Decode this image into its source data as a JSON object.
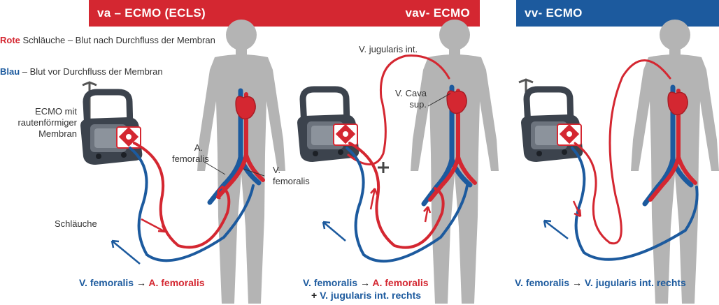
{
  "header": {
    "va_title": "va – ECMO (ECLS)",
    "vav_title": "vav- ECMO",
    "vv_title": "vv- ECMO"
  },
  "legend": {
    "red_keyword": "Rote",
    "red_text": " Schläuche – Blut nach Durchfluss der Membran",
    "blue_keyword": "Blau",
    "blue_text": " – Blut vor Durchfluss der Membran"
  },
  "labels": {
    "ecmo_device_line1": "ECMO mit",
    "ecmo_device_line2": "rautenförmiger",
    "ecmo_device_line3": "Membran",
    "a_femoralis_line1": "A.",
    "a_femoralis_line2": "femoralis",
    "v_femoralis_line1": "V.",
    "v_femoralis_line2": "femoralis",
    "schlauche": "Schläuche",
    "v_jugularis": "V. jugularis int.",
    "v_cava_line1": "V. Cava",
    "v_cava_line2": "sup."
  },
  "captions": {
    "va_from": "V. femoralis",
    "va_arrow": "→",
    "va_to": "A. femoralis",
    "vav_from": "V. femoralis",
    "vav_arrow": "→",
    "vav_to": "A. femoralis",
    "vav_plus": "+",
    "vav_extra": "V. jugularis int. rechts",
    "vv_from": "V. femoralis",
    "vv_arrow": "→",
    "vv_to": "V. jugularis int. rechts"
  },
  "colors": {
    "red": "#d42731",
    "blue": "#1c5a9e",
    "body_gray": "#b4b4b4",
    "device_dark": "#3c434d"
  }
}
